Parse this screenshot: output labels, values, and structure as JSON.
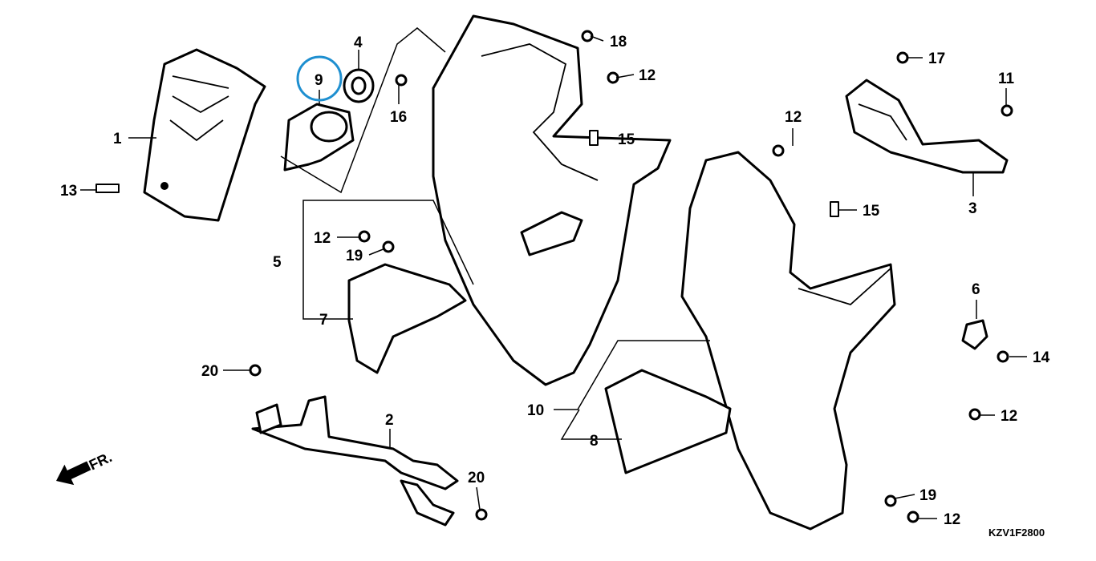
{
  "diagram": {
    "code": "KZV1F2800",
    "front_arrow_label": "FR.",
    "highlight_color": "#1e8fd0",
    "highlighted_part": "9",
    "callouts": [
      "1",
      "13",
      "9",
      "4",
      "16",
      "18",
      "12",
      "15",
      "12",
      "15",
      "17",
      "11",
      "3",
      "12",
      "19",
      "5",
      "7",
      "20",
      "2",
      "20",
      "10",
      "8",
      "6",
      "14",
      "12",
      "19",
      "12"
    ]
  }
}
